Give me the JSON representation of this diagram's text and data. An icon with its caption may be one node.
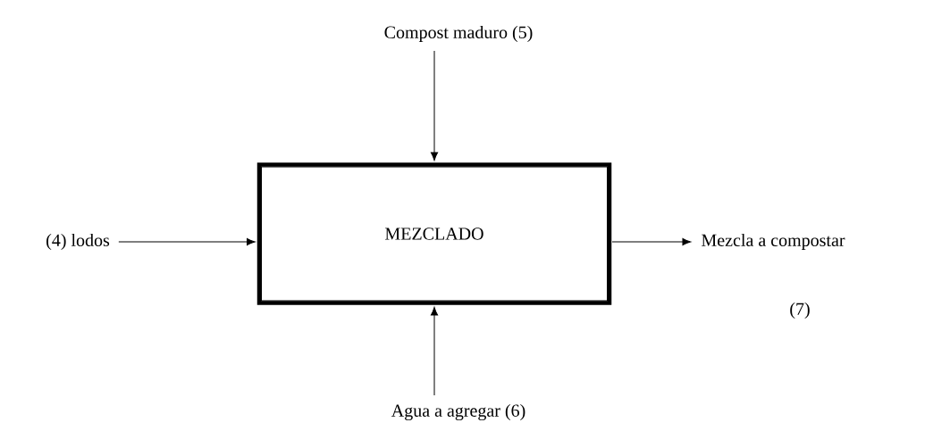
{
  "diagram": {
    "nodes": [
      {
        "text": [
          "MEZCLADO"
        ]
      },
      {
        "text": [
          "Compost maduro (5)"
        ]
      },
      {
        "text": [
          "(4) lodos"
        ]
      },
      {
        "text": [
          "Mezcla a compostar"
        ],
        "beside": [
          "(7)"
        ]
      },
      {
        "text": [
          "Agua a agregar (6)"
        ]
      }
    ],
    "edges": [
      {
        "from": 1,
        "to": 0,
        "arrow": "to"
      },
      {
        "from": 2,
        "to": 0,
        "arrow": "to"
      },
      {
        "from": 0,
        "to": 3,
        "arrow": "to"
      },
      {
        "from": 4,
        "to": 0,
        "arrow": "to"
      }
    ]
  }
}
